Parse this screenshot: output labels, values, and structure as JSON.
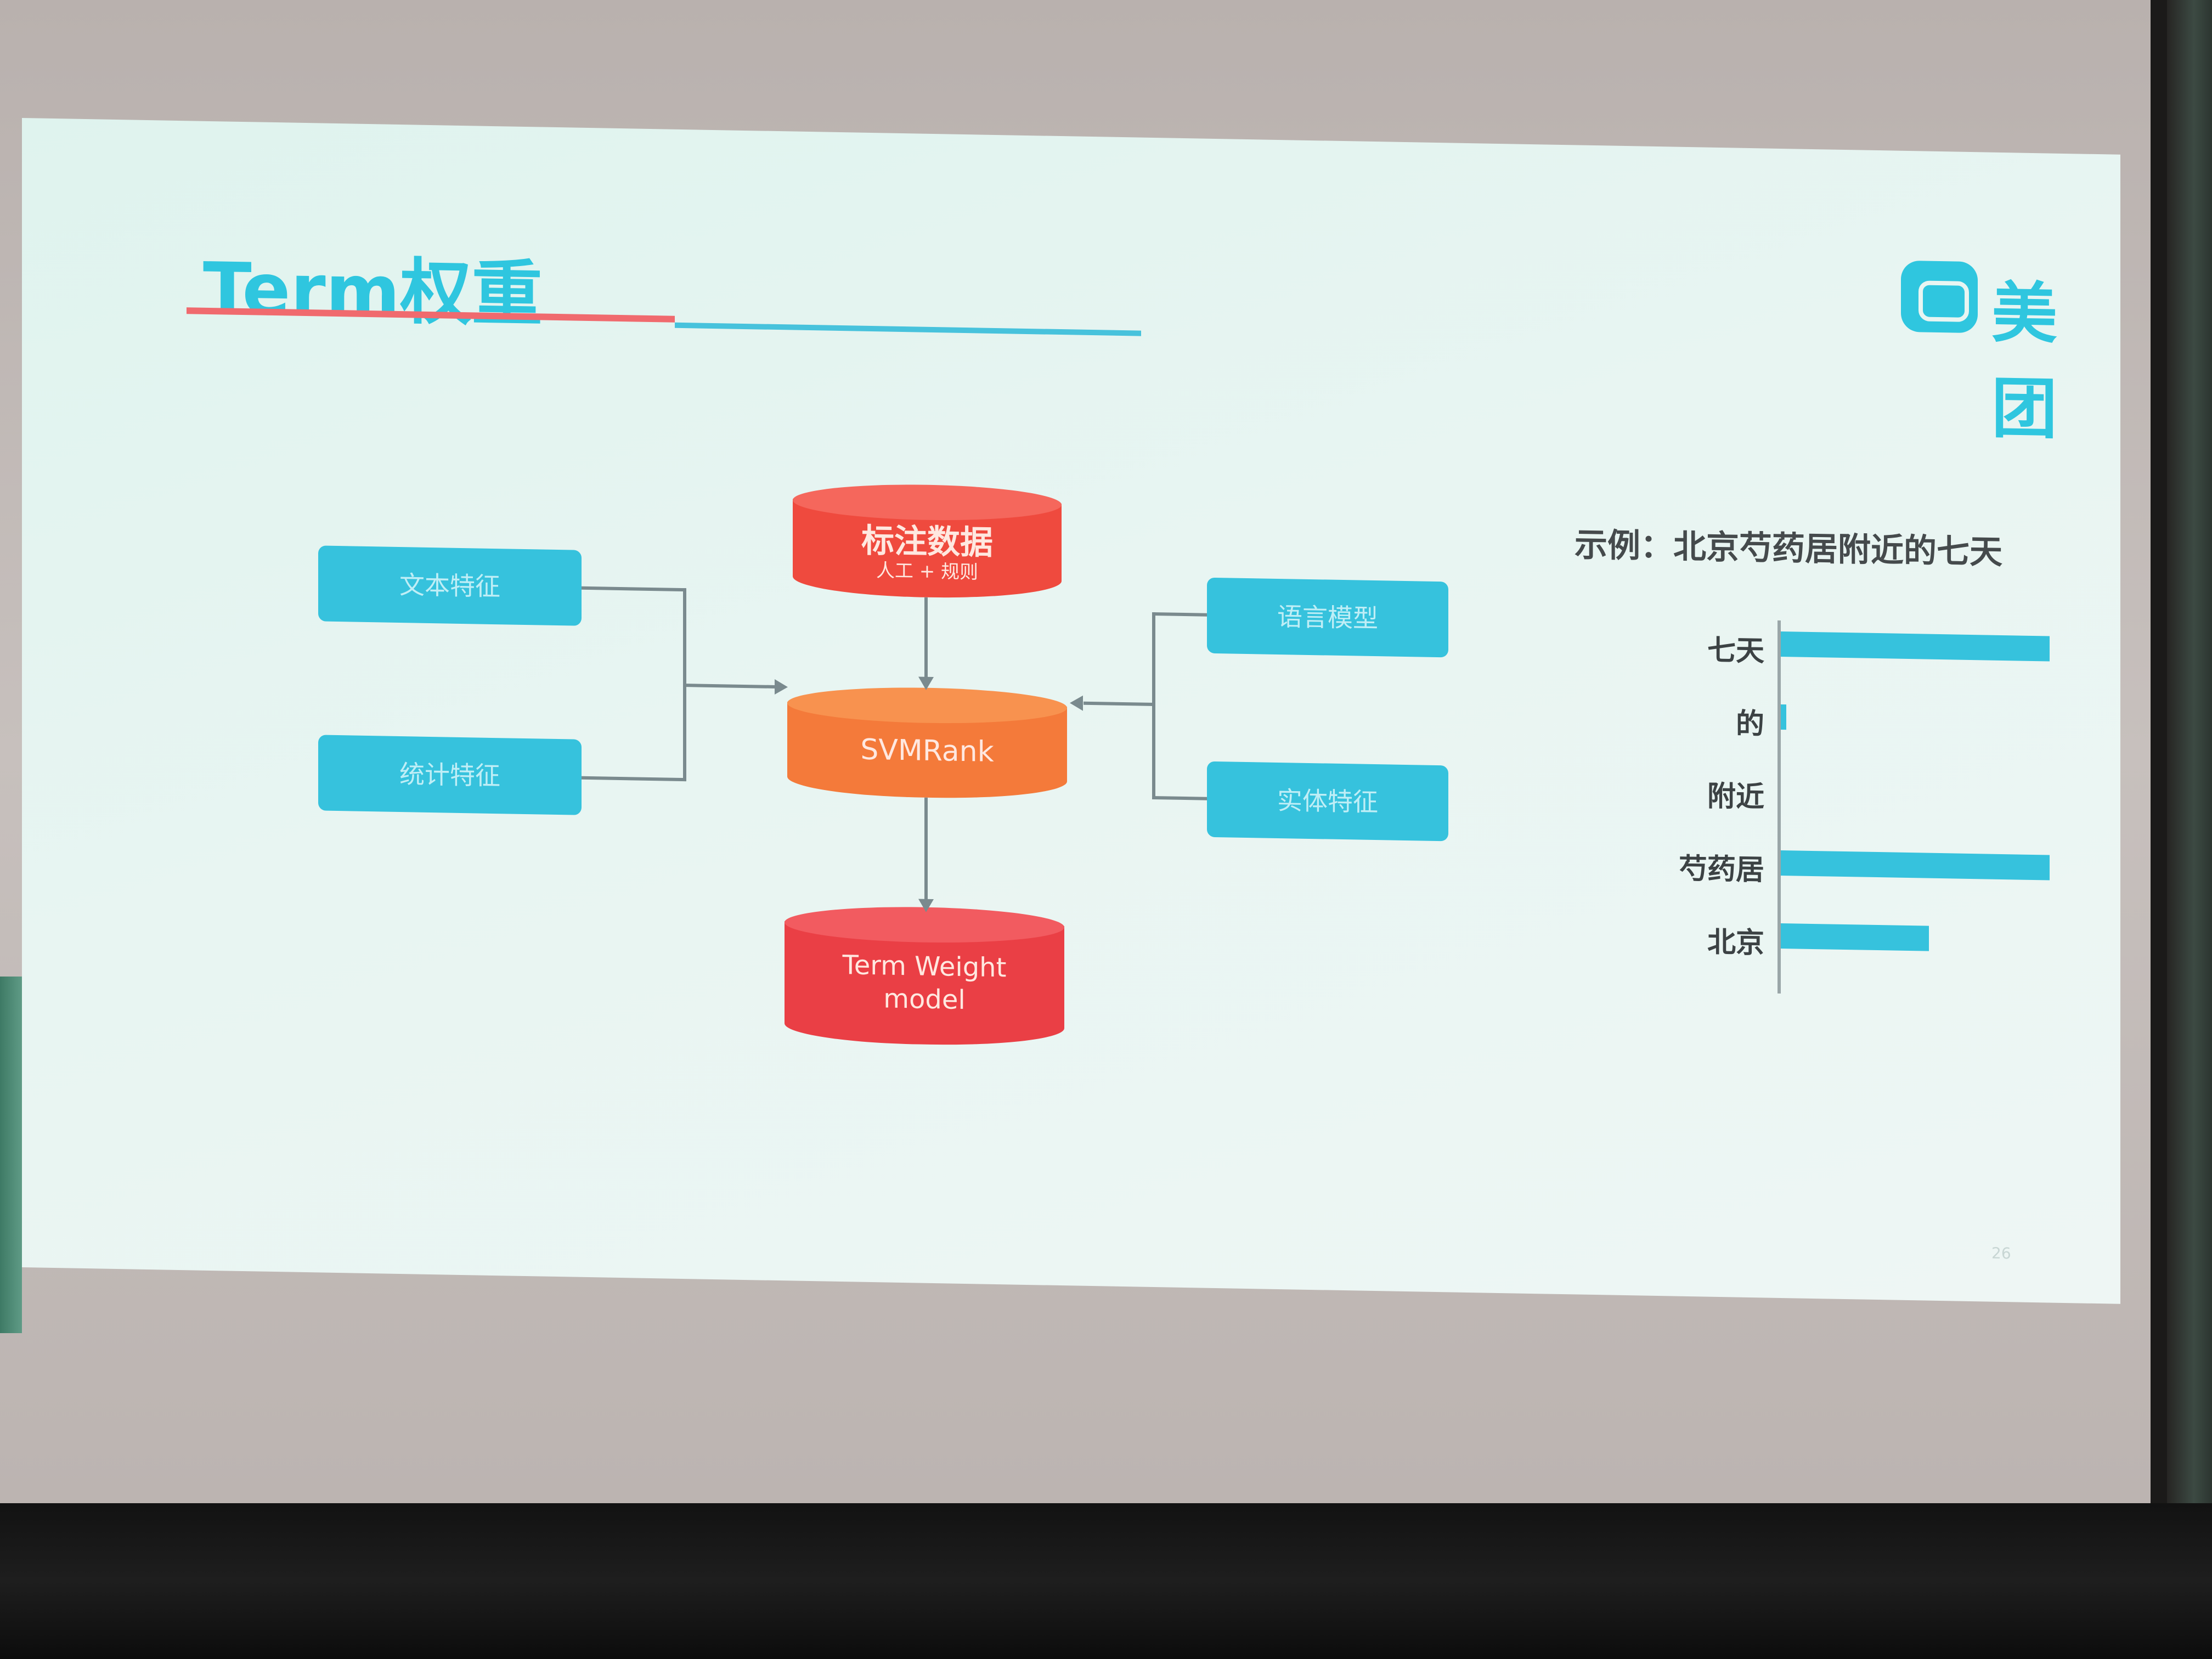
{
  "slide": {
    "title": "Term权重",
    "logo_text": "美团",
    "page_number": "26"
  },
  "diagram": {
    "top_node": {
      "label": "标注数据",
      "sublabel": "人工 + 规则"
    },
    "center_node": {
      "label": "SVMRank"
    },
    "bottom_node": {
      "label": "Term Weight",
      "label2": "model"
    },
    "left_boxes": [
      "文本特征",
      "统计特征"
    ],
    "right_boxes": [
      "语言模型",
      "实体特征"
    ]
  },
  "example": {
    "title": "示例：北京芍药居附近的七天"
  },
  "chart_data": {
    "type": "bar",
    "orientation": "horizontal",
    "categories": [
      "七天",
      "的",
      "附近",
      "芍药居",
      "北京"
    ],
    "values": [
      1.0,
      0.02,
      0.0,
      1.0,
      0.55
    ],
    "color": "#36c2dd"
  }
}
